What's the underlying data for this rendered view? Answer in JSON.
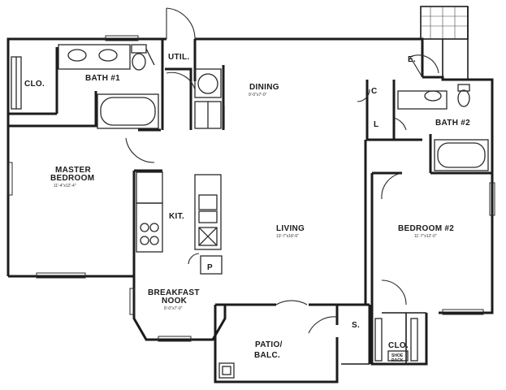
{
  "rooms": {
    "closet_master": "CLO.",
    "bath1": "BATH #1",
    "util": "UTIL.",
    "dining": "DINING",
    "dining_dim": "9'-0\"x7'-0\"",
    "entry": "E.",
    "coat_closet": "C",
    "linen": "L",
    "bath2": "BATH #2",
    "master_line1": "MASTER",
    "master_line2": "BEDROOM",
    "master_dim": "11'-4\"x12'-4\"",
    "kitchen": "KIT.",
    "living": "LIVING",
    "living_dim": "13'-7\"x18'-6\"",
    "bedroom2": "BEDROOM #2",
    "bedroom2_dim": "11'-7\"x12'-0\"",
    "pantry": "P",
    "nook_line1": "BREAKFAST",
    "nook_line2": "NOOK",
    "nook_dim": "8'-0\"x7'-0\"",
    "storage": "S.",
    "patio_line1": "PATIO/",
    "patio_line2": "BALC.",
    "closet2": "CLO.",
    "shoe_line1": "SHOE",
    "shoe_line2": "RACK"
  }
}
